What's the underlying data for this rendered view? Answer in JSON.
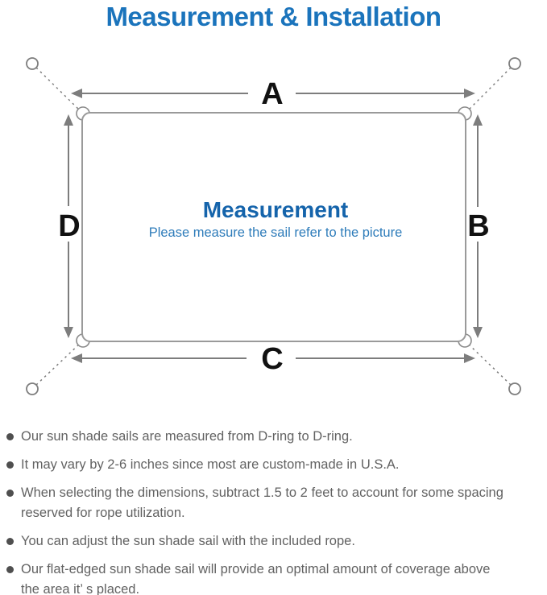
{
  "page": {
    "title": "Measurement & Installation"
  },
  "diagram": {
    "center_title": "Measurement",
    "center_subtitle": "Please measure the sail refer to the picture",
    "labels": {
      "top": "A",
      "right": "B",
      "bottom": "C",
      "left": "D"
    },
    "colors": {
      "title_blue": "#1b74bc",
      "center_blue": "#1564ab",
      "subtitle_blue": "#2e7cba",
      "label_black": "#111111",
      "line_gray": "#7d7d7d",
      "border_gray": "#9a9a9a",
      "text_gray": "#626262",
      "bullet_gray": "#4f4f4f"
    }
  },
  "notes": [
    "Our sun shade sails are measured from D-ring to D-ring.",
    "It may vary by 2-6 inches since most are custom-made in U.S.A.",
    "When selecting the dimensions, subtract 1.5 to 2 feet to account for some spacing\nreserved for rope utilization.",
    "You can adjust the sun shade sail with the included rope.",
    "Our flat-edged sun shade sail will provide an optimal amount of coverage above\nthe area it’ s placed."
  ]
}
